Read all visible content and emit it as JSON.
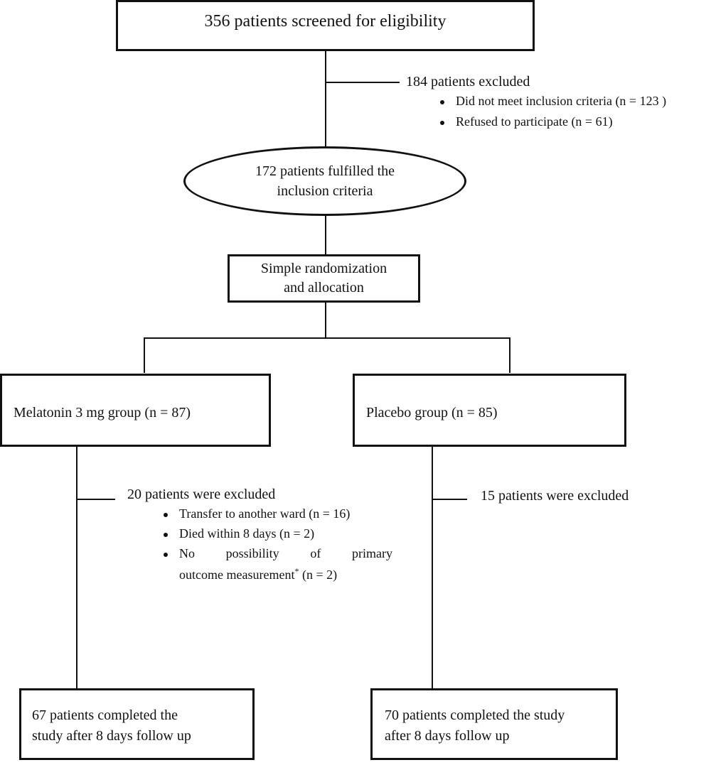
{
  "screened": {
    "text": "356 patients screened for eligibility"
  },
  "excluded_initial": {
    "title": "184 patients excluded",
    "items": [
      "Did not meet inclusion criteria (n = 123 )",
      "Refused to participate (n = 61)"
    ]
  },
  "fulfilled": {
    "line1": "172 patients fulfilled the",
    "line2": "inclusion criteria"
  },
  "randomization": {
    "line1": "Simple randomization",
    "line2": "and allocation"
  },
  "melatonin_group": {
    "text": "Melatonin 3 mg group (n = 87)"
  },
  "placebo_group": {
    "text": "Placebo group (n = 85)"
  },
  "melatonin_excluded": {
    "title": "20 patients were excluded",
    "items": [
      "Transfer to another ward (n = 16)",
      "Died within 8 days (n = 2)"
    ],
    "item3_line1_words": [
      "No",
      "possibility",
      "of",
      "primary"
    ],
    "item3_line2": "outcome measurement",
    "item3_mark": "*",
    "item3_suffix": " (n = 2)"
  },
  "placebo_excluded": {
    "title": "15 patients were excluded"
  },
  "melatonin_completed": {
    "line1": "67 patients completed the",
    "line2": "study after 8 days follow up"
  },
  "placebo_completed": {
    "line1": "70 patients completed the study",
    "line2": "after 8 days follow up"
  }
}
